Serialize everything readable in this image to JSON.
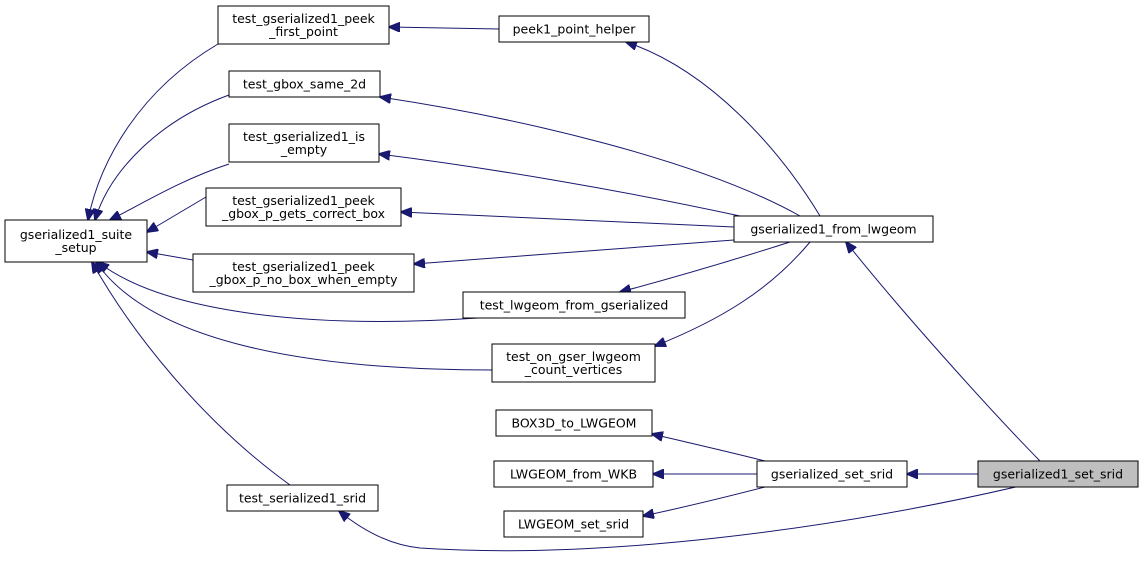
{
  "diagram": {
    "colors": {
      "edge": "#191970",
      "node_border": "#000000",
      "node_fill": "#ffffff",
      "highlight_fill": "#bfbfbf",
      "background": "#ffffff"
    },
    "nodes": [
      {
        "id": "gserialized1_set_srid",
        "lines": [
          "gserialized1_set_srid"
        ],
        "highlight": true
      },
      {
        "id": "gserialized_set_srid",
        "lines": [
          "gserialized_set_srid"
        ]
      },
      {
        "id": "gserialized1_from_lwgeom",
        "lines": [
          "gserialized1_from_lwgeom"
        ]
      },
      {
        "id": "peek1_point_helper",
        "lines": [
          "peek1_point_helper"
        ]
      },
      {
        "id": "test_gserialized1_peek_first_point",
        "lines": [
          "test_gserialized1_peek",
          "_first_point"
        ]
      },
      {
        "id": "test_gbox_same_2d",
        "lines": [
          "test_gbox_same_2d"
        ]
      },
      {
        "id": "test_gserialized1_is_empty",
        "lines": [
          "test_gserialized1_is",
          "_empty"
        ]
      },
      {
        "id": "test_gserialized1_peek_gbox_p_gets_correct_box",
        "lines": [
          "test_gserialized1_peek",
          "_gbox_p_gets_correct_box"
        ]
      },
      {
        "id": "test_gserialized1_peek_gbox_p_no_box_when_empty",
        "lines": [
          "test_gserialized1_peek",
          "_gbox_p_no_box_when_empty"
        ]
      },
      {
        "id": "test_lwgeom_from_gserialized",
        "lines": [
          "test_lwgeom_from_gserialized"
        ]
      },
      {
        "id": "test_on_gser_lwgeom_count_vertices",
        "lines": [
          "test_on_gser_lwgeom",
          "_count_vertices"
        ]
      },
      {
        "id": "gserialized1_suite_setup",
        "lines": [
          "gserialized1_suite",
          "_setup"
        ]
      },
      {
        "id": "BOX3D_to_LWGEOM",
        "lines": [
          "BOX3D_to_LWGEOM"
        ]
      },
      {
        "id": "LWGEOM_from_WKB",
        "lines": [
          "LWGEOM_from_WKB"
        ]
      },
      {
        "id": "LWGEOM_set_srid",
        "lines": [
          "LWGEOM_set_srid"
        ]
      },
      {
        "id": "test_serialized1_srid",
        "lines": [
          "test_serialized1_srid"
        ]
      }
    ],
    "edges": [
      {
        "from": "gserialized1_set_srid",
        "to": "gserialized_set_srid"
      },
      {
        "from": "gserialized1_set_srid",
        "to": "gserialized1_from_lwgeom"
      },
      {
        "from": "gserialized1_set_srid",
        "to": "test_serialized1_srid"
      },
      {
        "from": "gserialized_set_srid",
        "to": "BOX3D_to_LWGEOM"
      },
      {
        "from": "gserialized_set_srid",
        "to": "LWGEOM_from_WKB"
      },
      {
        "from": "gserialized_set_srid",
        "to": "LWGEOM_set_srid"
      },
      {
        "from": "gserialized1_from_lwgeom",
        "to": "peek1_point_helper"
      },
      {
        "from": "gserialized1_from_lwgeom",
        "to": "test_gbox_same_2d"
      },
      {
        "from": "gserialized1_from_lwgeom",
        "to": "test_gserialized1_is_empty"
      },
      {
        "from": "gserialized1_from_lwgeom",
        "to": "test_gserialized1_peek_gbox_p_gets_correct_box"
      },
      {
        "from": "gserialized1_from_lwgeom",
        "to": "test_gserialized1_peek_gbox_p_no_box_when_empty"
      },
      {
        "from": "gserialized1_from_lwgeom",
        "to": "test_lwgeom_from_gserialized"
      },
      {
        "from": "gserialized1_from_lwgeom",
        "to": "test_on_gser_lwgeom_count_vertices"
      },
      {
        "from": "peek1_point_helper",
        "to": "test_gserialized1_peek_first_point"
      },
      {
        "from": "test_gserialized1_peek_first_point",
        "to": "gserialized1_suite_setup"
      },
      {
        "from": "test_gbox_same_2d",
        "to": "gserialized1_suite_setup"
      },
      {
        "from": "test_gserialized1_is_empty",
        "to": "gserialized1_suite_setup"
      },
      {
        "from": "test_gserialized1_peek_gbox_p_gets_correct_box",
        "to": "gserialized1_suite_setup"
      },
      {
        "from": "test_gserialized1_peek_gbox_p_no_box_when_empty",
        "to": "gserialized1_suite_setup"
      },
      {
        "from": "test_lwgeom_from_gserialized",
        "to": "gserialized1_suite_setup"
      },
      {
        "from": "test_on_gser_lwgeom_count_vertices",
        "to": "gserialized1_suite_setup"
      },
      {
        "from": "test_serialized1_srid",
        "to": "gserialized1_suite_setup"
      }
    ]
  }
}
